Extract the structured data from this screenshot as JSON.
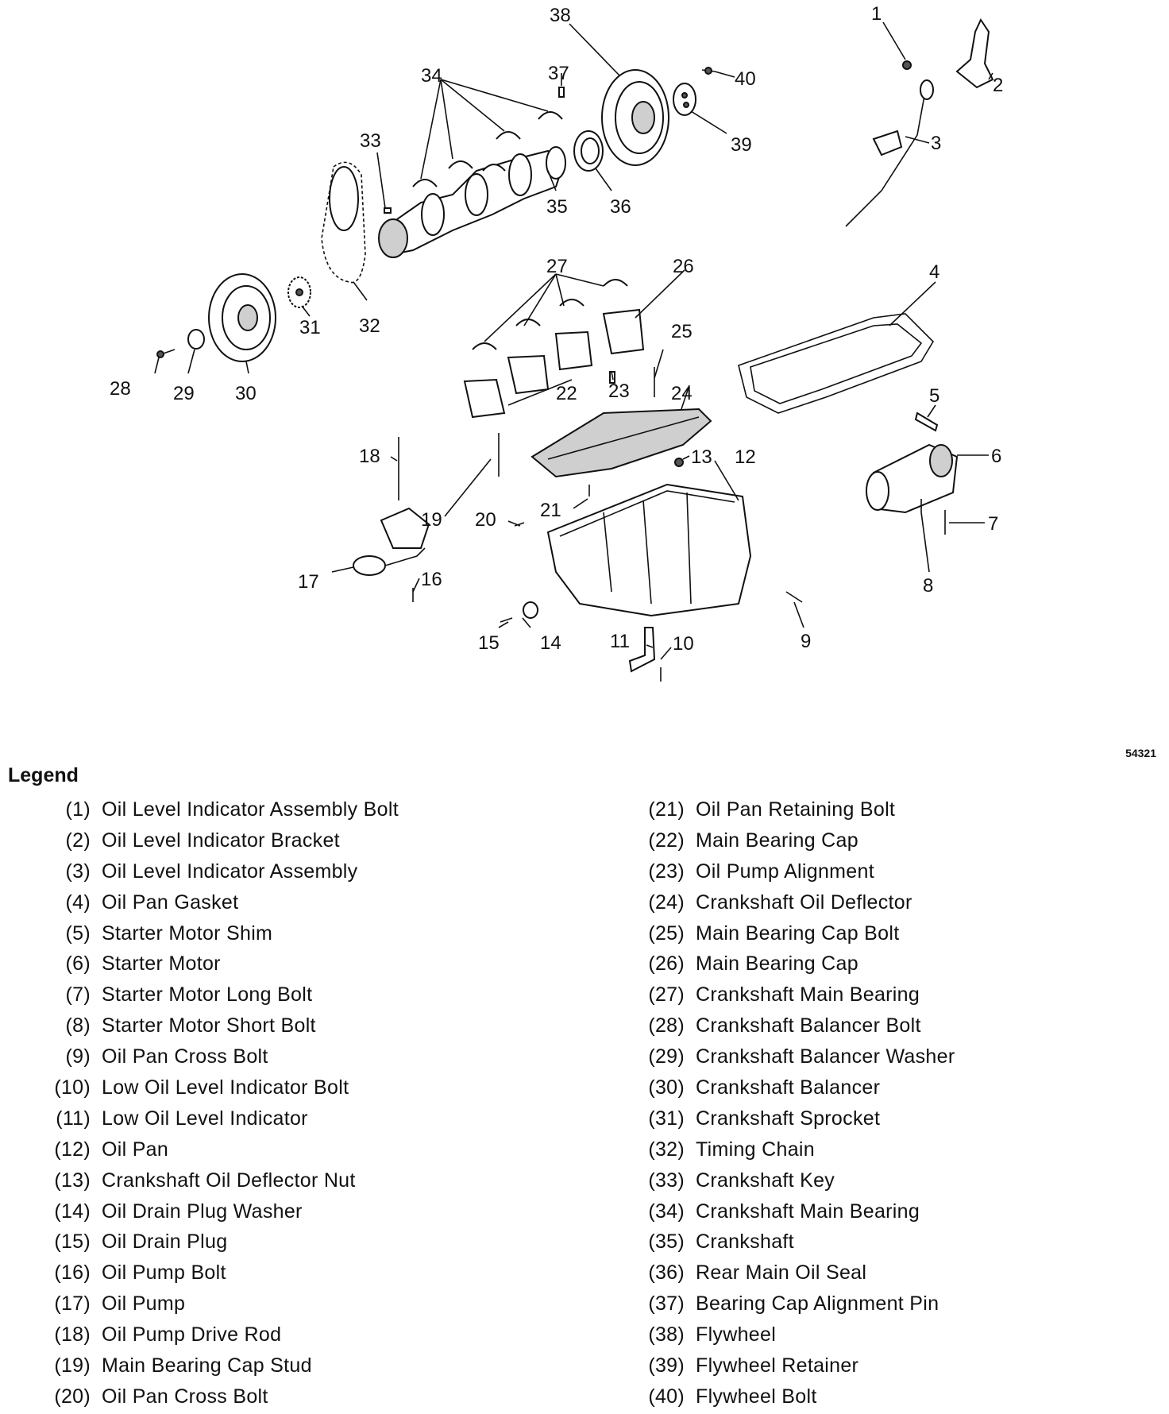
{
  "figure_id": "54321",
  "legend_title": "Legend",
  "legend": [
    {
      "num": "(1)",
      "label": "Oil Level Indicator Assembly Bolt"
    },
    {
      "num": "(2)",
      "label": "Oil Level Indicator Bracket"
    },
    {
      "num": "(3)",
      "label": "Oil Level Indicator Assembly"
    },
    {
      "num": "(4)",
      "label": "Oil Pan Gasket"
    },
    {
      "num": "(5)",
      "label": "Starter Motor Shim"
    },
    {
      "num": "(6)",
      "label": "Starter Motor"
    },
    {
      "num": "(7)",
      "label": "Starter Motor Long Bolt"
    },
    {
      "num": "(8)",
      "label": "Starter Motor Short Bolt"
    },
    {
      "num": "(9)",
      "label": "Oil Pan Cross Bolt"
    },
    {
      "num": "(10)",
      "label": "Low Oil Level Indicator Bolt"
    },
    {
      "num": "(11)",
      "label": "Low Oil Level Indicator"
    },
    {
      "num": "(12)",
      "label": "Oil Pan"
    },
    {
      "num": "(13)",
      "label": "Crankshaft Oil Deflector Nut"
    },
    {
      "num": "(14)",
      "label": "Oil Drain Plug Washer"
    },
    {
      "num": "(15)",
      "label": "Oil Drain Plug"
    },
    {
      "num": "(16)",
      "label": "Oil Pump Bolt"
    },
    {
      "num": "(17)",
      "label": "Oil Pump"
    },
    {
      "num": "(18)",
      "label": "Oil Pump Drive Rod"
    },
    {
      "num": "(19)",
      "label": "Main Bearing Cap Stud"
    },
    {
      "num": "(20)",
      "label": "Oil Pan Cross Bolt"
    },
    {
      "num": "(21)",
      "label": "Oil Pan Retaining Bolt"
    },
    {
      "num": "(22)",
      "label": "Main Bearing Cap"
    },
    {
      "num": "(23)",
      "label": "Oil Pump Alignment"
    },
    {
      "num": "(24)",
      "label": "Crankshaft Oil Deflector"
    },
    {
      "num": "(25)",
      "label": "Main Bearing Cap Bolt"
    },
    {
      "num": "(26)",
      "label": "Main Bearing Cap"
    },
    {
      "num": "(27)",
      "label": "Crankshaft Main Bearing"
    },
    {
      "num": "(28)",
      "label": "Crankshaft Balancer Bolt"
    },
    {
      "num": "(29)",
      "label": "Crankshaft Balancer Washer"
    },
    {
      "num": "(30)",
      "label": "Crankshaft Balancer"
    },
    {
      "num": "(31)",
      "label": "Crankshaft Sprocket"
    },
    {
      "num": "(32)",
      "label": "Timing Chain"
    },
    {
      "num": "(33)",
      "label": "Crankshaft Key"
    },
    {
      "num": "(34)",
      "label": "Crankshaft Main Bearing"
    },
    {
      "num": "(35)",
      "label": "Crankshaft"
    },
    {
      "num": "(36)",
      "label": "Rear Main Oil Seal"
    },
    {
      "num": "(37)",
      "label": "Bearing Cap Alignment Pin"
    },
    {
      "num": "(38)",
      "label": "Flywheel"
    },
    {
      "num": "(39)",
      "label": "Flywheel Retainer"
    },
    {
      "num": "(40)",
      "label": "Flywheel Bolt"
    }
  ],
  "callouts": [
    "1",
    "2",
    "3",
    "4",
    "5",
    "6",
    "7",
    "8",
    "9",
    "10",
    "11",
    "12",
    "13",
    "14",
    "15",
    "16",
    "17",
    "18",
    "19",
    "20",
    "21",
    "22",
    "23",
    "24",
    "25",
    "26",
    "27",
    "28",
    "29",
    "30",
    "31",
    "32",
    "33",
    "34",
    "35",
    "36",
    "37",
    "38",
    "39",
    "40"
  ]
}
